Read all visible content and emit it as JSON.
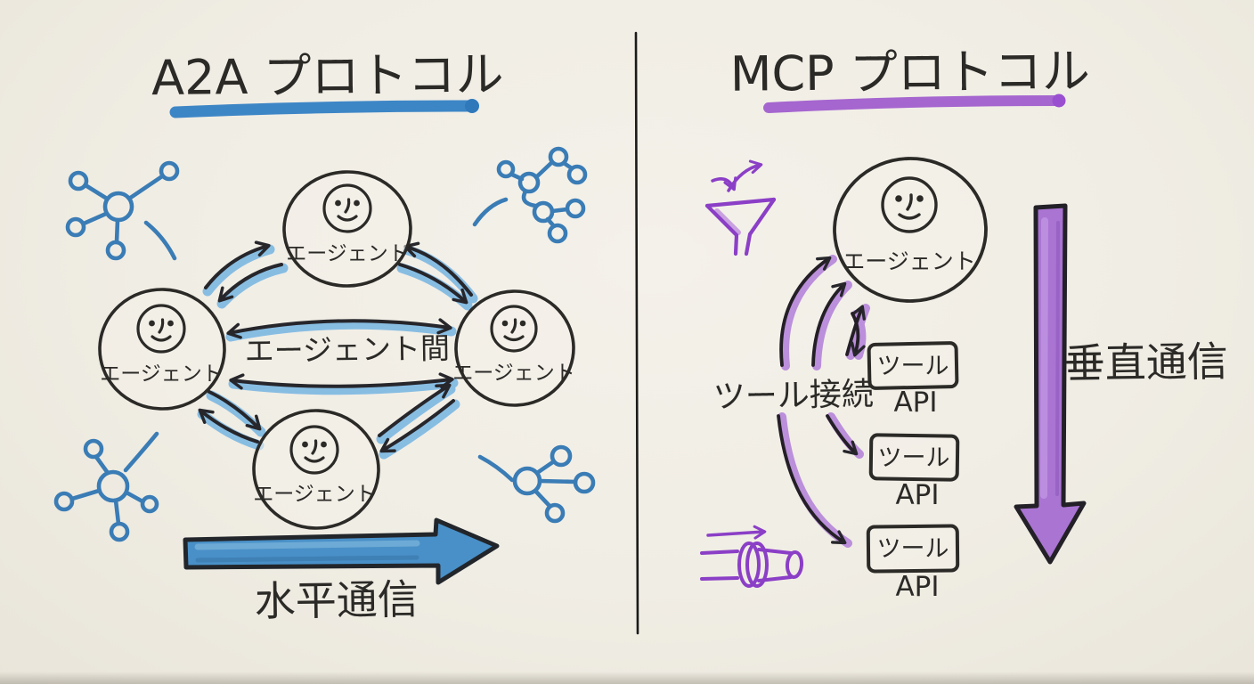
{
  "left": {
    "title": "A2A プロトコル",
    "agent_labels": [
      "エージェント",
      "エージェント",
      "エージェント",
      "エージェント"
    ],
    "center_label": "エージェント間",
    "flow_label": "水平通信"
  },
  "right": {
    "title": "MCP プロトコル",
    "agent_label": "エージェント",
    "connection_label": "ツール接続",
    "tools": [
      {
        "name": "ツール",
        "sub": "API"
      },
      {
        "name": "ツール",
        "sub": "API"
      },
      {
        "name": "ツール",
        "sub": "API"
      }
    ],
    "flow_label": "垂直通信"
  },
  "icons": {
    "left_decorations": [
      "network-hub-icon",
      "network-branch-icon",
      "network-hub-icon",
      "network-branch-icon"
    ],
    "right_decorations": [
      "funnel-icon",
      "pipe-icon"
    ]
  },
  "colors": {
    "paper": "#f1eee6",
    "ink": "#2b2a27",
    "blue_marker": "#4990c8",
    "blue_highlight": "#7db8e2",
    "blue_doodle": "#3a7cb5",
    "purple_marker": "#a974d2",
    "purple_highlight": "#b27fd9",
    "purple_pen": "#8b3fc6"
  }
}
